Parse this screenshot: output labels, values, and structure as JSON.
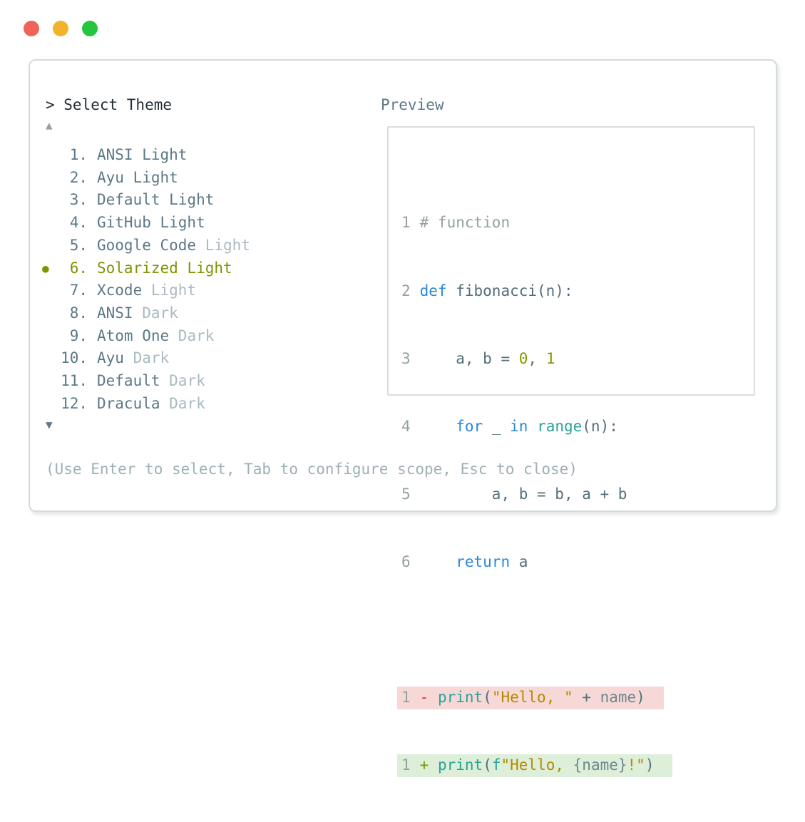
{
  "window": {
    "controls": {
      "close": "close",
      "minimize": "minimize",
      "maximize": "maximize"
    },
    "colors": {
      "close": "#f0635a",
      "minimize": "#f2b32c",
      "maximize": "#25c53d"
    }
  },
  "dialog": {
    "title": "> Select Theme",
    "up_arrow": "▲",
    "down_arrow": "▼",
    "hint": "(Use Enter to select, Tab to configure scope, Esc to close)",
    "menu": {
      "selected_bullet": "●",
      "selected_color": "#7f9400",
      "item_color": "#5c7887",
      "dim_color": "#a9bac0",
      "items": [
        {
          "number": "1.",
          "name": "ANSI",
          "variant": " Light",
          "dim_variant": false,
          "selected": false
        },
        {
          "number": "2.",
          "name": "Ayu",
          "variant": " Light",
          "dim_variant": false,
          "selected": false
        },
        {
          "number": "3.",
          "name": "Default",
          "variant": " Light",
          "dim_variant": false,
          "selected": false
        },
        {
          "number": "4.",
          "name": "GitHub",
          "variant": " Light",
          "dim_variant": false,
          "selected": false
        },
        {
          "number": "5.",
          "name": "Google Code",
          "variant": " Light",
          "dim_variant": true,
          "selected": false
        },
        {
          "number": "6.",
          "name": "Solarized",
          "variant": " Light",
          "dim_variant": false,
          "selected": true
        },
        {
          "number": "7.",
          "name": "Xcode",
          "variant": " Light",
          "dim_variant": true,
          "selected": false
        },
        {
          "number": "8.",
          "name": "ANSI",
          "variant": " Dark",
          "dim_variant": true,
          "selected": false
        },
        {
          "number": "9.",
          "name": "Atom One",
          "variant": " Dark",
          "dim_variant": true,
          "selected": false
        },
        {
          "number": "10.",
          "name": "Ayu",
          "variant": " Dark",
          "dim_variant": true,
          "selected": false
        },
        {
          "number": "11.",
          "name": "Default",
          "variant": " Dark",
          "dim_variant": true,
          "selected": false
        },
        {
          "number": "12.",
          "name": "Dracula",
          "variant": " Dark",
          "dim_variant": true,
          "selected": false
        }
      ]
    },
    "preview": {
      "label": "Preview",
      "syntax_colors": {
        "keyword": "#2b87d9",
        "function": "#2aa198",
        "string": "#b58900",
        "number": "#859900",
        "comment": "#93a1a1",
        "plain": "#536e7a",
        "removed_bg": "#f6d9d6",
        "added_bg": "#ddefd9",
        "removed_sign": "#dc322f",
        "added_sign": "#7f9400"
      },
      "lines": [
        {
          "n": "1",
          "tokens": [
            {
              "t": "# function",
              "c": "comment"
            }
          ]
        },
        {
          "n": "2",
          "tokens": [
            {
              "t": "def",
              "c": "kw"
            },
            {
              "t": " fibonacci(n):",
              "c": "plain"
            }
          ]
        },
        {
          "n": "3",
          "tokens": [
            {
              "t": "    a, b = ",
              "c": "plain"
            },
            {
              "t": "0",
              "c": "num"
            },
            {
              "t": ", ",
              "c": "plain"
            },
            {
              "t": "1",
              "c": "num"
            }
          ]
        },
        {
          "n": "4",
          "tokens": [
            {
              "t": "    ",
              "c": "plain"
            },
            {
              "t": "for",
              "c": "kw"
            },
            {
              "t": " _ ",
              "c": "plain"
            },
            {
              "t": "in",
              "c": "kw"
            },
            {
              "t": " ",
              "c": "plain"
            },
            {
              "t": "range",
              "c": "fn"
            },
            {
              "t": "(n):",
              "c": "plain"
            }
          ]
        },
        {
          "n": "5",
          "tokens": [
            {
              "t": "        a, b = b, a + b",
              "c": "plain"
            }
          ]
        },
        {
          "n": "6",
          "tokens": [
            {
              "t": "    ",
              "c": "plain"
            },
            {
              "t": "return",
              "c": "kw"
            },
            {
              "t": " a",
              "c": "plain"
            }
          ]
        }
      ],
      "diff": [
        {
          "n": "1",
          "kind": "removed",
          "tokens": [
            {
              "t": "-",
              "c": "del"
            },
            {
              "t": " ",
              "c": "plain"
            },
            {
              "t": "print",
              "c": "fn"
            },
            {
              "t": "(",
              "c": "plain"
            },
            {
              "t": "\"Hello, \"",
              "c": "str"
            },
            {
              "t": " + ",
              "c": "plain"
            },
            {
              "t": "name",
              "c": "arg"
            },
            {
              "t": ")",
              "c": "plain"
            }
          ]
        },
        {
          "n": "1",
          "kind": "added",
          "tokens": [
            {
              "t": "+",
              "c": "add"
            },
            {
              "t": " ",
              "c": "plain"
            },
            {
              "t": "print",
              "c": "fn"
            },
            {
              "t": "(",
              "c": "plain"
            },
            {
              "t": "f",
              "c": "fn"
            },
            {
              "t": "\"Hello, ",
              "c": "str"
            },
            {
              "t": "{name}",
              "c": "arg"
            },
            {
              "t": "!\"",
              "c": "str"
            },
            {
              "t": ")",
              "c": "plain"
            }
          ]
        }
      ]
    }
  }
}
